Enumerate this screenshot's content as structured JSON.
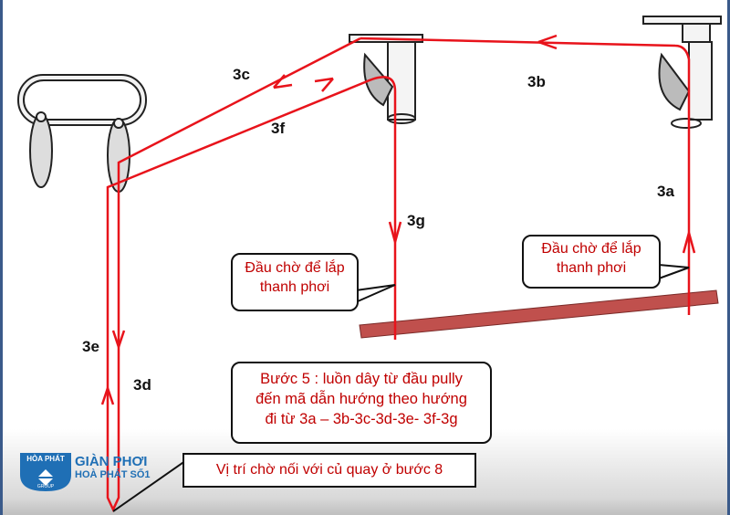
{
  "labels": {
    "a": "3a",
    "b": "3b",
    "c": "3c",
    "d": "3d",
    "e": "3e",
    "f": "3f",
    "g": "3g"
  },
  "callouts": {
    "left_hanger": [
      "Đầu chờ để lắp",
      "thanh phơi"
    ],
    "right_hanger": [
      "Đầu chờ để lắp",
      "thanh phơi"
    ],
    "step": [
      "Bước 5 : luồn dây từ đầu pully",
      "đến mã dẫn hướng theo hướng",
      "đi từ 3a – 3b-3c-3d-3e-  3f-3g"
    ],
    "crank": "Vị trí chờ nối với củ quay ở bước 8"
  },
  "logo": {
    "badge": "HÒA PHÁT",
    "badge_sub": "GROUP",
    "line1": "GIÀN PHƠI",
    "line2": "HOÀ PHÁT SỐ1"
  },
  "colors": {
    "rope": "#e8131b",
    "bar": "#c0504d",
    "text": "#c00000",
    "brand": "#1f6fb5"
  }
}
